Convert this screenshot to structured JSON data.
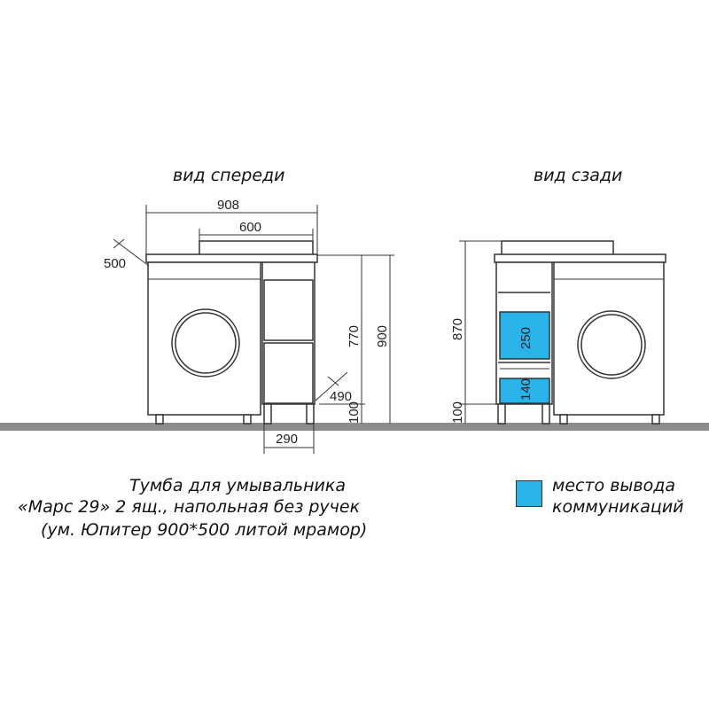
{
  "views": {
    "front_title": "вид спереди",
    "back_title": "вид сзади"
  },
  "dimensions": {
    "overall_width": "908",
    "basin_width": "600",
    "depth": "500",
    "height_770": "770",
    "height_900": "900",
    "leg_height_front": "100",
    "drawer_depth": "490",
    "drawer_width": "290",
    "back_height": "870",
    "comm_upper": "250",
    "comm_lower": "140",
    "leg_height_back": "100"
  },
  "caption": {
    "line1": "Тумба для умывальника",
    "line2": "«Марс 29» 2 ящ., напольная без ручек",
    "line3": "(ум. Юпитер 900*500 литой мрамор)"
  },
  "legend": {
    "label_line1": "место вывода",
    "label_line2": "коммуникаций",
    "color": "#29b3e8"
  },
  "colors": {
    "floor": "#8c8c8c",
    "accent": "#29b3e8"
  }
}
